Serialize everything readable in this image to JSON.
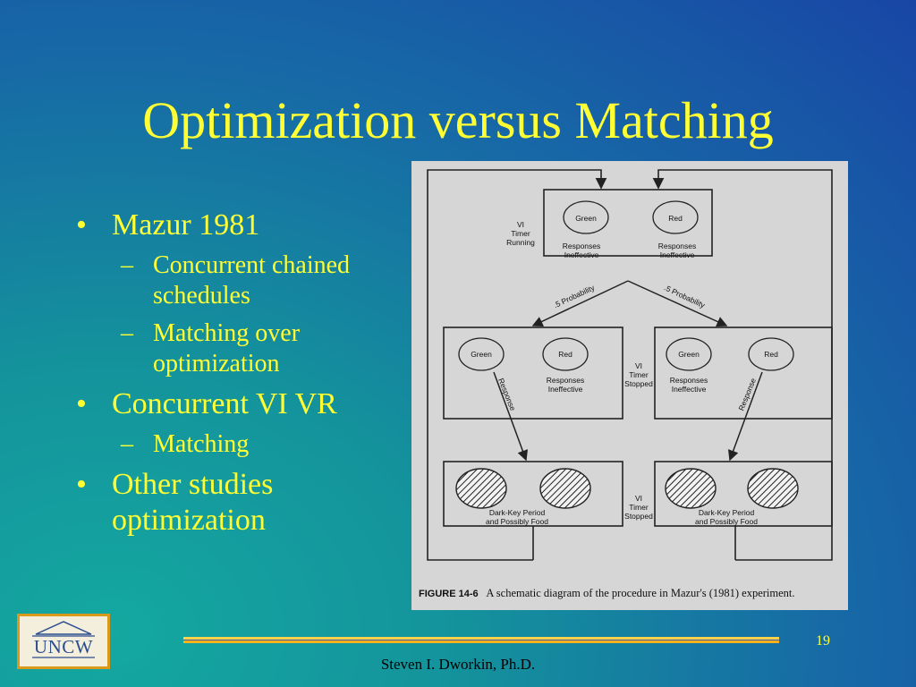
{
  "slide": {
    "title": "Optimization versus Matching",
    "bullets": [
      {
        "text": "Mazur 1981"
      },
      {
        "text": "Concurrent chained schedules"
      },
      {
        "text": "Matching over optimization"
      },
      {
        "text": "Concurrent VI VR"
      },
      {
        "text": "Matching"
      },
      {
        "text": "Other studies optimization"
      }
    ],
    "bullet_symbol": "•",
    "dash_symbol": "–",
    "page_number": "19",
    "author": "Steven I. Dworkin, Ph.D.",
    "logo_text": "UNCW"
  },
  "figure": {
    "caption_label": "FIGURE 14-6",
    "caption_text": "A schematic diagram of the procedure in Mazur's (1981) experiment.",
    "green": "Green",
    "red": "Red",
    "ineffective_1": "Responses",
    "ineffective_2": "Ineffective",
    "vi": "VI",
    "timer": "Timer",
    "running": "Running",
    "stopped": "Stopped",
    "probability": ".5 Probability",
    "response": "Response",
    "dark_1": "Dark-Key Period",
    "dark_2": "and Possibly Food"
  },
  "colors": {
    "title": "#ffff33",
    "accent_line": "#ffb21c"
  }
}
